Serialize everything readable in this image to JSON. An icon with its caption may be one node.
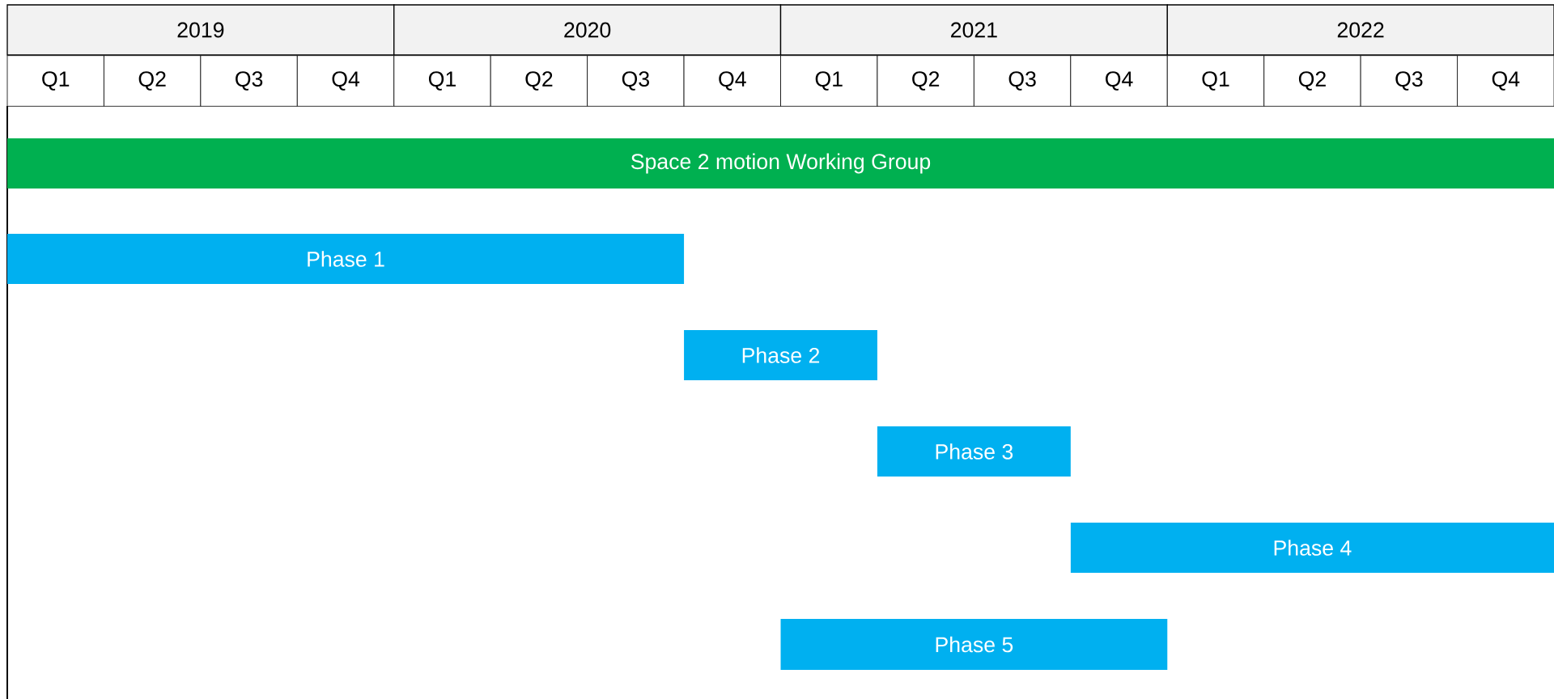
{
  "diagram": {
    "nodes": [
      {
        "text": [
          "Space 2 motion Working Group"
        ]
      },
      {
        "text": [
          "Phase 1"
        ]
      },
      {
        "text": [
          "Phase 2"
        ]
      },
      {
        "text": [
          "Phase 3"
        ]
      },
      {
        "text": [
          "Phase 4"
        ]
      },
      {
        "text": [
          "Phase 5"
        ]
      }
    ],
    "labels": [
      "2019",
      "2020",
      "2021",
      "2022",
      "Q1",
      "Q2",
      "Q3",
      "Q4",
      "Q1",
      "Q2",
      "Q3",
      "Q4",
      "Q1",
      "Q2",
      "Q3",
      "Q4",
      "Q1",
      "Q2",
      "Q3",
      "Q4"
    ]
  }
}
